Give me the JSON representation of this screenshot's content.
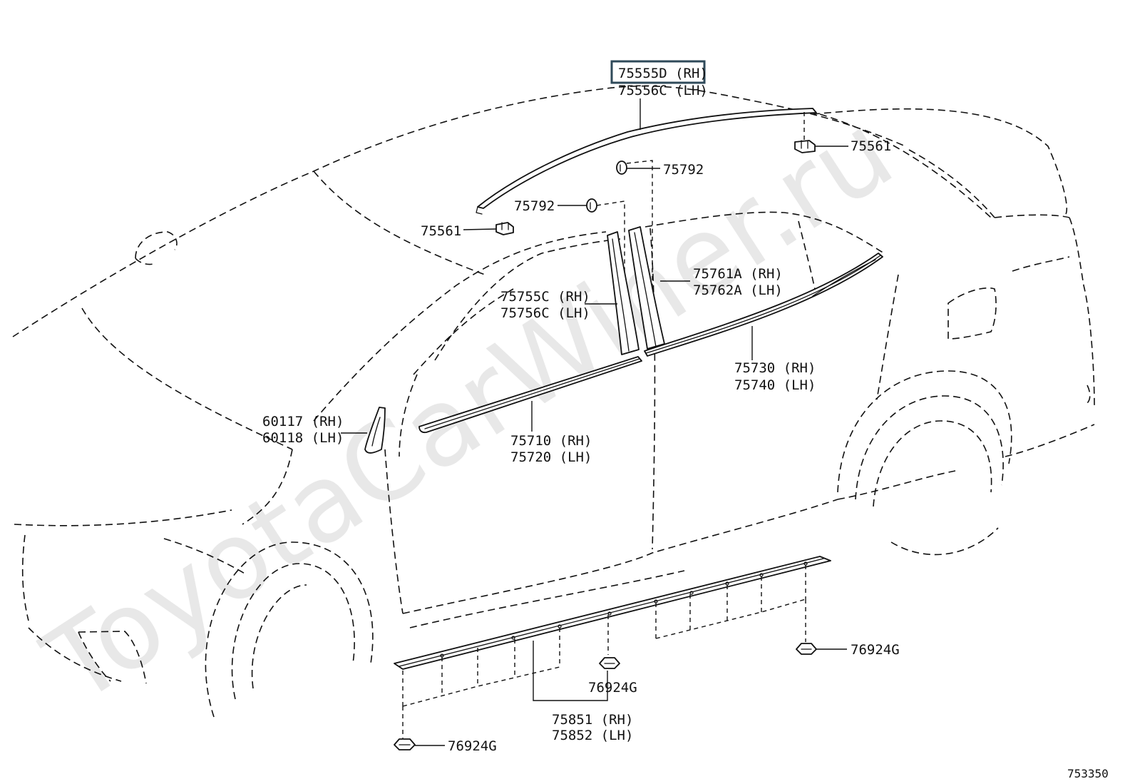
{
  "watermark": "ToyotaCarWiner.ru",
  "diagram_code": "753350",
  "highlighted_part": "75555D (RH)",
  "callouts": [
    {
      "id": "roof-molding",
      "lines": [
        "75555D (RH)",
        "75556C (LH)"
      ]
    },
    {
      "id": "clip-rear",
      "lines": [
        "75561"
      ]
    },
    {
      "id": "clip-front",
      "lines": [
        "75561"
      ]
    },
    {
      "id": "grommet-rear",
      "lines": [
        "75792"
      ]
    },
    {
      "id": "grommet-front",
      "lines": [
        "75792"
      ]
    },
    {
      "id": "rear-pillar-garnish",
      "lines": [
        "75761A (RH)",
        "75762A (LH)"
      ]
    },
    {
      "id": "front-pillar-garnish",
      "lines": [
        "75755C (RH)",
        "75756C (LH)"
      ]
    },
    {
      "id": "rear-belt-molding",
      "lines": [
        "75730 (RH)",
        "75740 (LH)"
      ]
    },
    {
      "id": "front-belt-molding",
      "lines": [
        "75710 (RH)",
        "75720 (LH)"
      ]
    },
    {
      "id": "corner-piece",
      "lines": [
        "60117 (RH)",
        "60118 (LH)"
      ]
    },
    {
      "id": "rocker-molding",
      "lines": [
        "75851 (RH)",
        "75852 (LH)"
      ]
    },
    {
      "id": "nut-rear",
      "lines": [
        "76924G"
      ]
    },
    {
      "id": "nut-middle",
      "lines": [
        "76924G"
      ]
    },
    {
      "id": "nut-front",
      "lines": [
        "76924G"
      ]
    }
  ]
}
